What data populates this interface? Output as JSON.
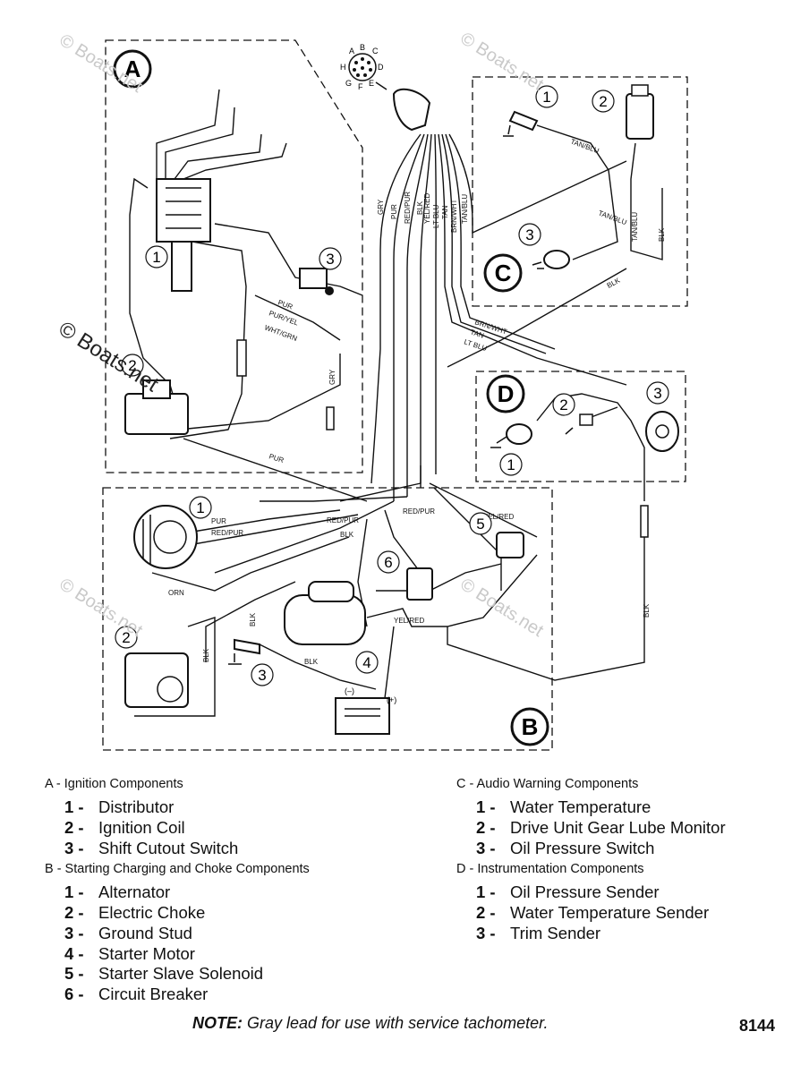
{
  "diagram": {
    "section_labels": [
      "A",
      "B",
      "C",
      "D"
    ],
    "connector_pins": [
      "A",
      "B",
      "C",
      "D",
      "E",
      "F",
      "G",
      "H"
    ],
    "wire_labels": {
      "harness": [
        "GRY",
        "PUR",
        "RED/PUR",
        "BLK",
        "YEL/RED",
        "LT BLU",
        "TAN",
        "BRN/WHT",
        "TAN/BLU"
      ],
      "sec_a": [
        "PUR",
        "PUR/YEL",
        "WHT/GRN",
        "GRY",
        "PUR"
      ],
      "sec_c": [
        "TAN/BLU",
        "TAN/BLU",
        "TAN/BLU",
        "BLK"
      ],
      "sec_b": [
        "PUR",
        "RED/PUR",
        "RED/PUR",
        "BLK",
        "ORN",
        "YEL/RED",
        "BLK",
        "BLK",
        "RED/PUR",
        "YEL/RED",
        "BLK"
      ],
      "right": [
        "BRN/WHT",
        "TAN",
        "LT BLU",
        "BLK",
        "BLK"
      ]
    },
    "battery_terminals": [
      "(–)",
      "(+)"
    ],
    "component_numbers": {
      "a": [
        "1",
        "2",
        "3"
      ],
      "b": [
        "1",
        "2",
        "3",
        "4",
        "5",
        "6"
      ],
      "c": [
        "1",
        "2",
        "3"
      ],
      "d": [
        "1",
        "2",
        "3"
      ]
    }
  },
  "watermark": "© Boats.net",
  "legend": {
    "a": {
      "title": "A - Ignition Components",
      "items": [
        {
          "num": "1 -",
          "label": "Distributor"
        },
        {
          "num": "2 -",
          "label": "Ignition Coil"
        },
        {
          "num": "3 -",
          "label": "Shift Cutout Switch"
        }
      ]
    },
    "b": {
      "title": "B - Starting Charging and Choke Components",
      "items": [
        {
          "num": "1 -",
          "label": "Alternator"
        },
        {
          "num": "2 -",
          "label": "Electric Choke"
        },
        {
          "num": "3 -",
          "label": "Ground Stud"
        },
        {
          "num": "4 -",
          "label": "Starter Motor"
        },
        {
          "num": "5 -",
          "label": "Starter Slave Solenoid"
        },
        {
          "num": "6 -",
          "label": "Circuit Breaker"
        }
      ]
    },
    "c": {
      "title": "C - Audio Warning Components",
      "items": [
        {
          "num": "1 -",
          "label": "Water Temperature"
        },
        {
          "num": "2 -",
          "label": "Drive Unit Gear Lube Monitor"
        },
        {
          "num": "3 -",
          "label": "Oil Pressure Switch"
        }
      ]
    },
    "d": {
      "title": "D - Instrumentation Components",
      "items": [
        {
          "num": "1 -",
          "label": "Oil Pressure Sender"
        },
        {
          "num": "2 -",
          "label": "Water Temperature Sender"
        },
        {
          "num": "3 -",
          "label": "Trim Sender"
        }
      ]
    }
  },
  "note": {
    "prefix": "NOTE:",
    "text": " Gray lead for use with service tachometer."
  },
  "page_number": "8144"
}
